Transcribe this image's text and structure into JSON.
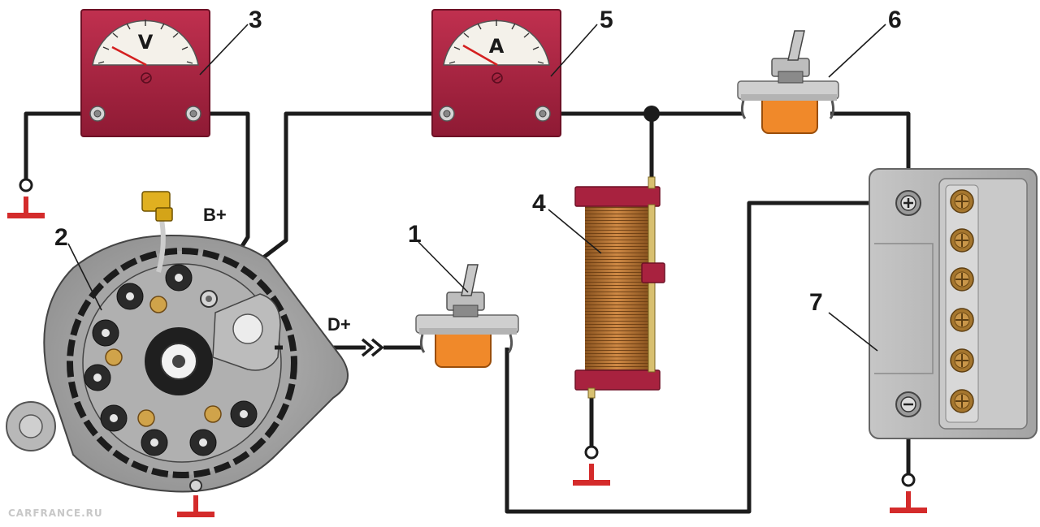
{
  "labels": {
    "n1": "1",
    "n2": "2",
    "n3": "3",
    "n4": "4",
    "n5": "5",
    "n6": "6",
    "n7": "7",
    "b_plus": "B+",
    "d_plus": "D+"
  },
  "voltmeter": {
    "letter": "V"
  },
  "ammeter": {
    "letter": "A"
  },
  "watermark": "CARFRANCE.RU",
  "colors": {
    "meter": "#a8223f",
    "switch_body": "#f0892a",
    "ground": "#d42b2b",
    "battery": "#b4b4b4",
    "coil": "#b5732f"
  }
}
